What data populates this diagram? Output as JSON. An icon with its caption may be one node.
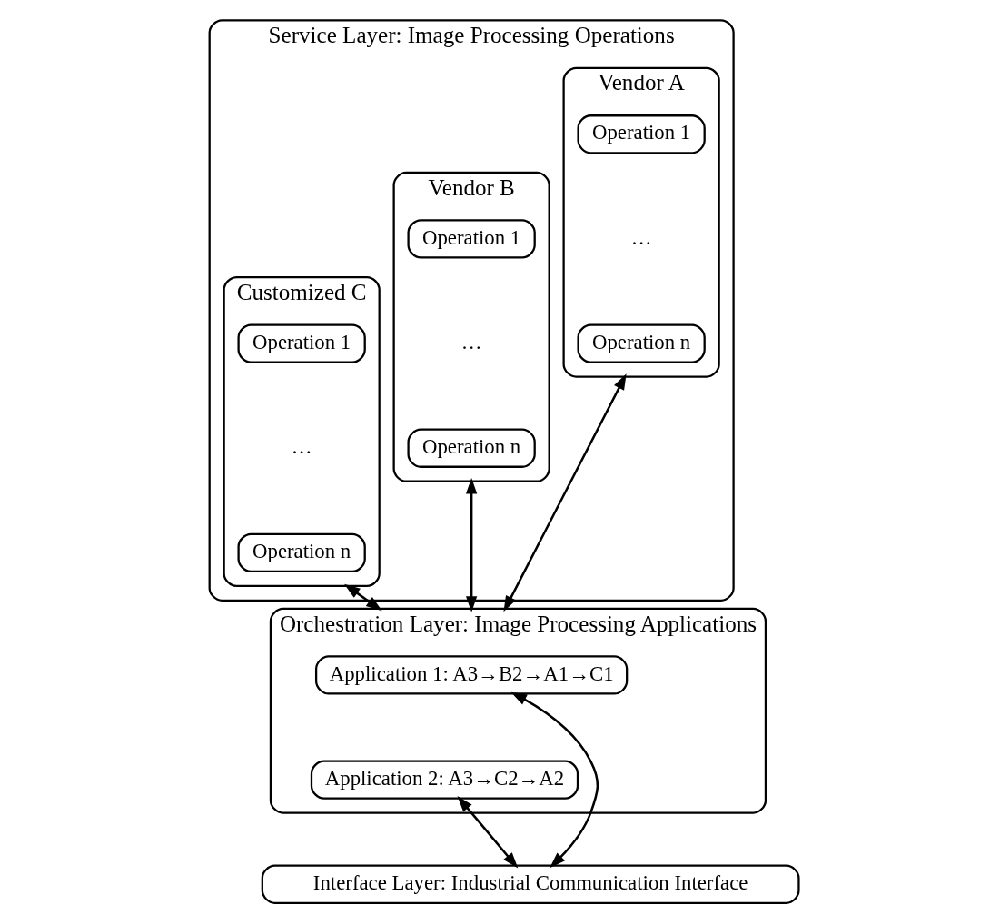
{
  "diagram": {
    "nodes": [
      {
        "text": [
          "Service Layer: Image Processing Operations"
        ]
      },
      {
        "text": [
          "Vendor A"
        ],
        "in": 0
      },
      {
        "text": [
          "Operation 1"
        ],
        "in": 1
      },
      {
        "text": [
          "Operation n"
        ],
        "in": 1
      },
      {
        "text": [
          "Vendor B"
        ],
        "in": 0
      },
      {
        "text": [
          "Operation 1"
        ],
        "in": 4
      },
      {
        "text": [
          "Operation n"
        ],
        "in": 4
      },
      {
        "text": [
          "Customized C"
        ],
        "in": 0
      },
      {
        "text": [
          "Operation 1"
        ],
        "in": 7
      },
      {
        "text": [
          "Operation n"
        ],
        "in": 7
      },
      {
        "text": [
          "Orchestration Layer: Image Processing Applications"
        ]
      },
      {
        "text": [
          "Application 1: A3→B2→A1→C1"
        ],
        "in": 10
      },
      {
        "text": [
          "Application 2: A3→C2→A2"
        ],
        "in": 10
      },
      {
        "text": [
          "Interface Layer: Industrial Communication Interface"
        ]
      }
    ],
    "edges": [
      {
        "from": 1,
        "to": 10,
        "arrow": "both"
      },
      {
        "from": 4,
        "to": 10,
        "arrow": "both"
      },
      {
        "from": 7,
        "to": 10,
        "arrow": "both"
      },
      {
        "from": 11,
        "to": 13,
        "arrow": "both"
      },
      {
        "from": 12,
        "to": 13,
        "arrow": "both"
      }
    ],
    "labels": [
      "…",
      "…",
      "…"
    ]
  }
}
